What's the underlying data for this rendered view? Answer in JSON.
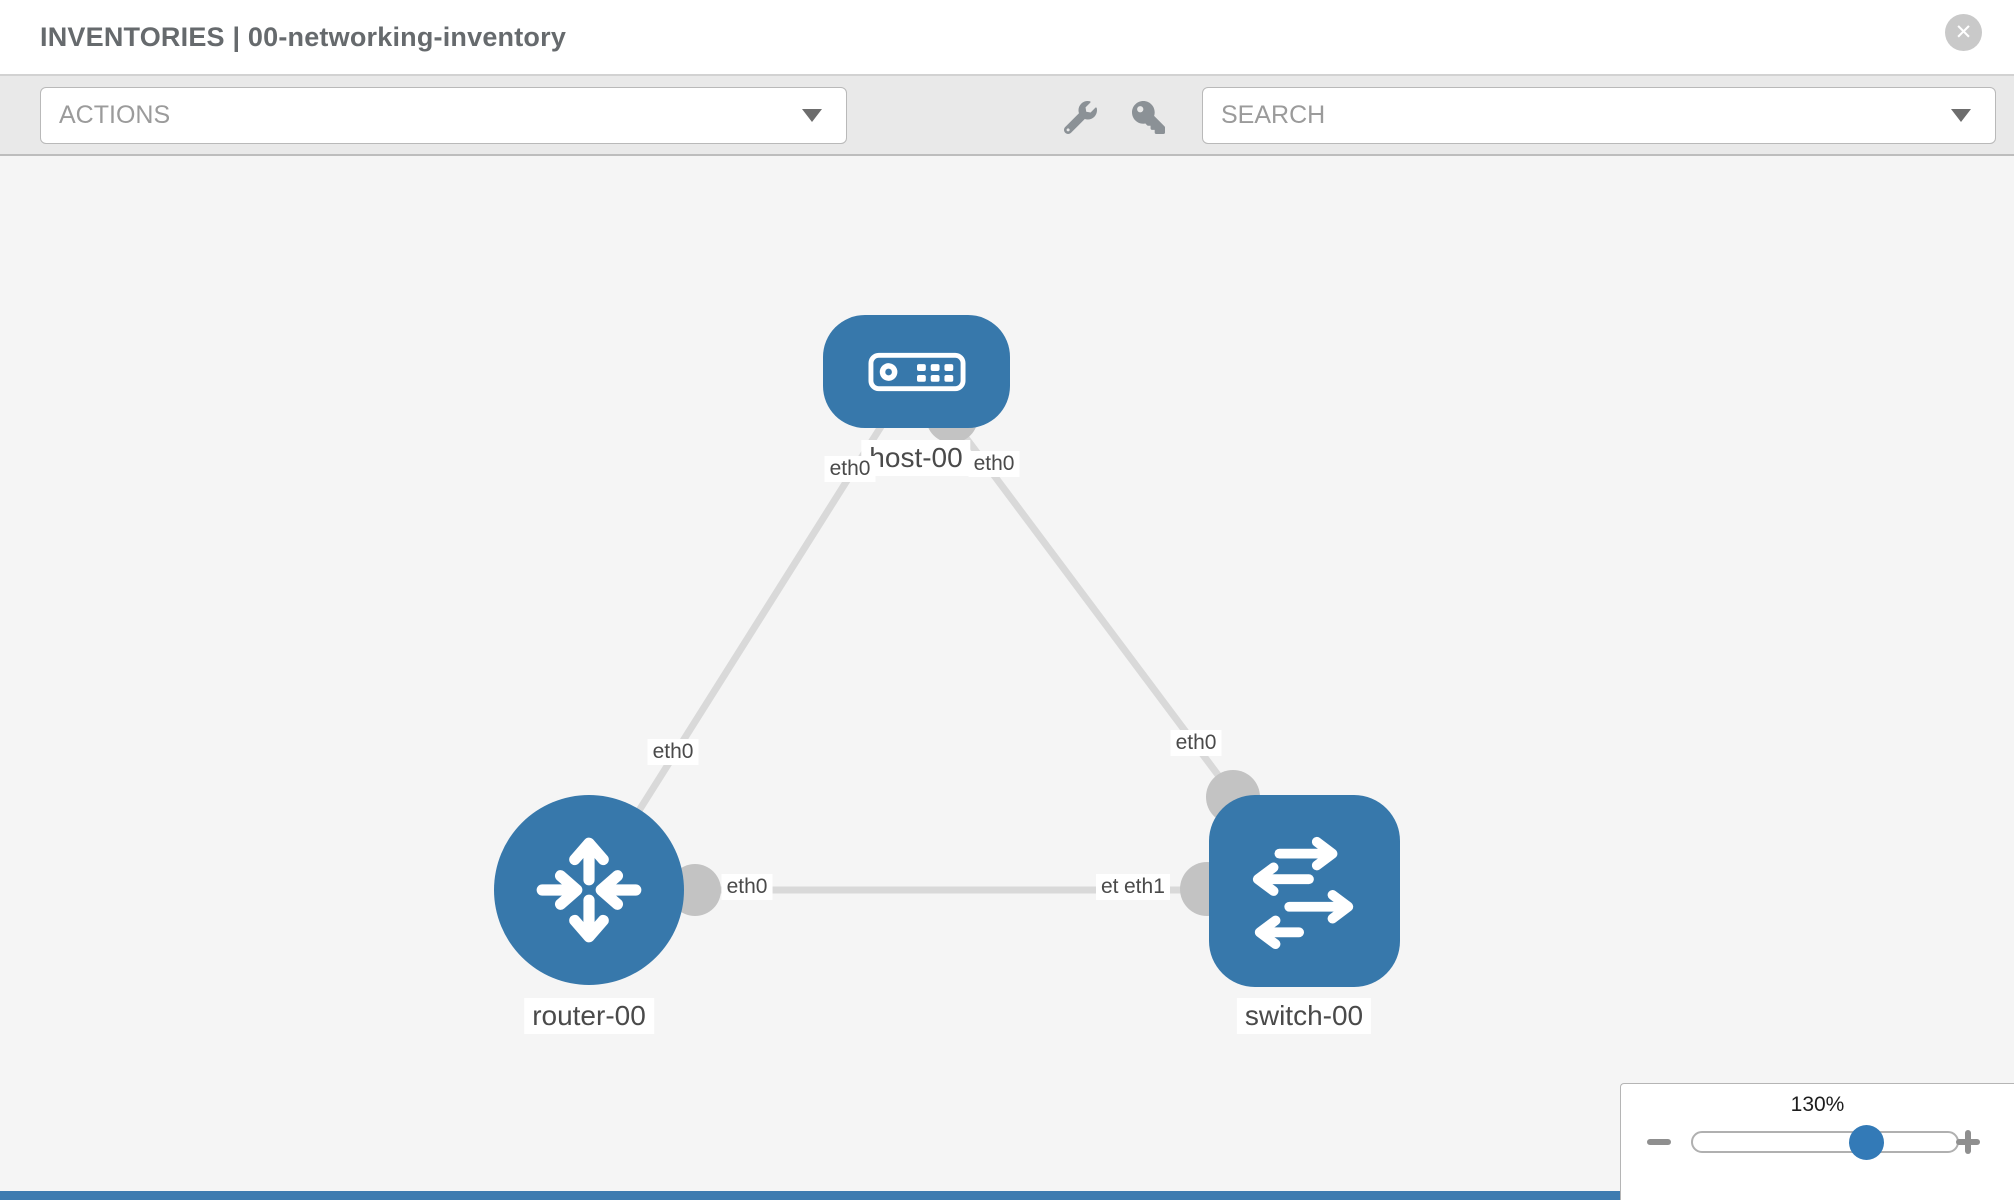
{
  "header": {
    "title": "INVENTORIES | 00-networking-inventory",
    "close_glyph": "✕"
  },
  "toolbar": {
    "actions_placeholder": "ACTIONS",
    "search_placeholder": "SEARCH",
    "icons": [
      "wrench-icon",
      "key-icon"
    ]
  },
  "topology": {
    "nodes": [
      {
        "id": "host-00",
        "type": "host"
      },
      {
        "id": "router-00",
        "type": "router"
      },
      {
        "id": "switch-00",
        "type": "switch"
      }
    ],
    "links": [
      {
        "from": "host-00",
        "from_port": "eth0",
        "to": "router-00",
        "to_port": "eth0"
      },
      {
        "from": "host-00",
        "from_port": "eth0",
        "to": "switch-00",
        "to_port": "eth0"
      },
      {
        "from": "router-00",
        "from_port": "eth0",
        "to": "switch-00",
        "to_port": "eth1",
        "overlapped_port": "eth0"
      }
    ],
    "labels": {
      "host": "host-00",
      "router": "router-00",
      "switch": "switch-00",
      "host_left_port": "eth0",
      "host_right_port": "eth0",
      "router_top_port": "eth0",
      "switch_top_port": "eth0",
      "router_right_port": "eth0",
      "switch_left_port_back": "eth0",
      "switch_left_port_front": "eth1"
    }
  },
  "zoom_control": {
    "percent": "130%",
    "minus_label": "−",
    "plus_label": "+"
  },
  "colors": {
    "node_blue": "#3778ab",
    "thumb_blue": "#337ab7",
    "link_gray": "#d9d9d9",
    "connector_gray": "#c3c3c3",
    "canvas_bg": "#f5f5f5",
    "toolbar_bg": "#e9e9e9"
  }
}
